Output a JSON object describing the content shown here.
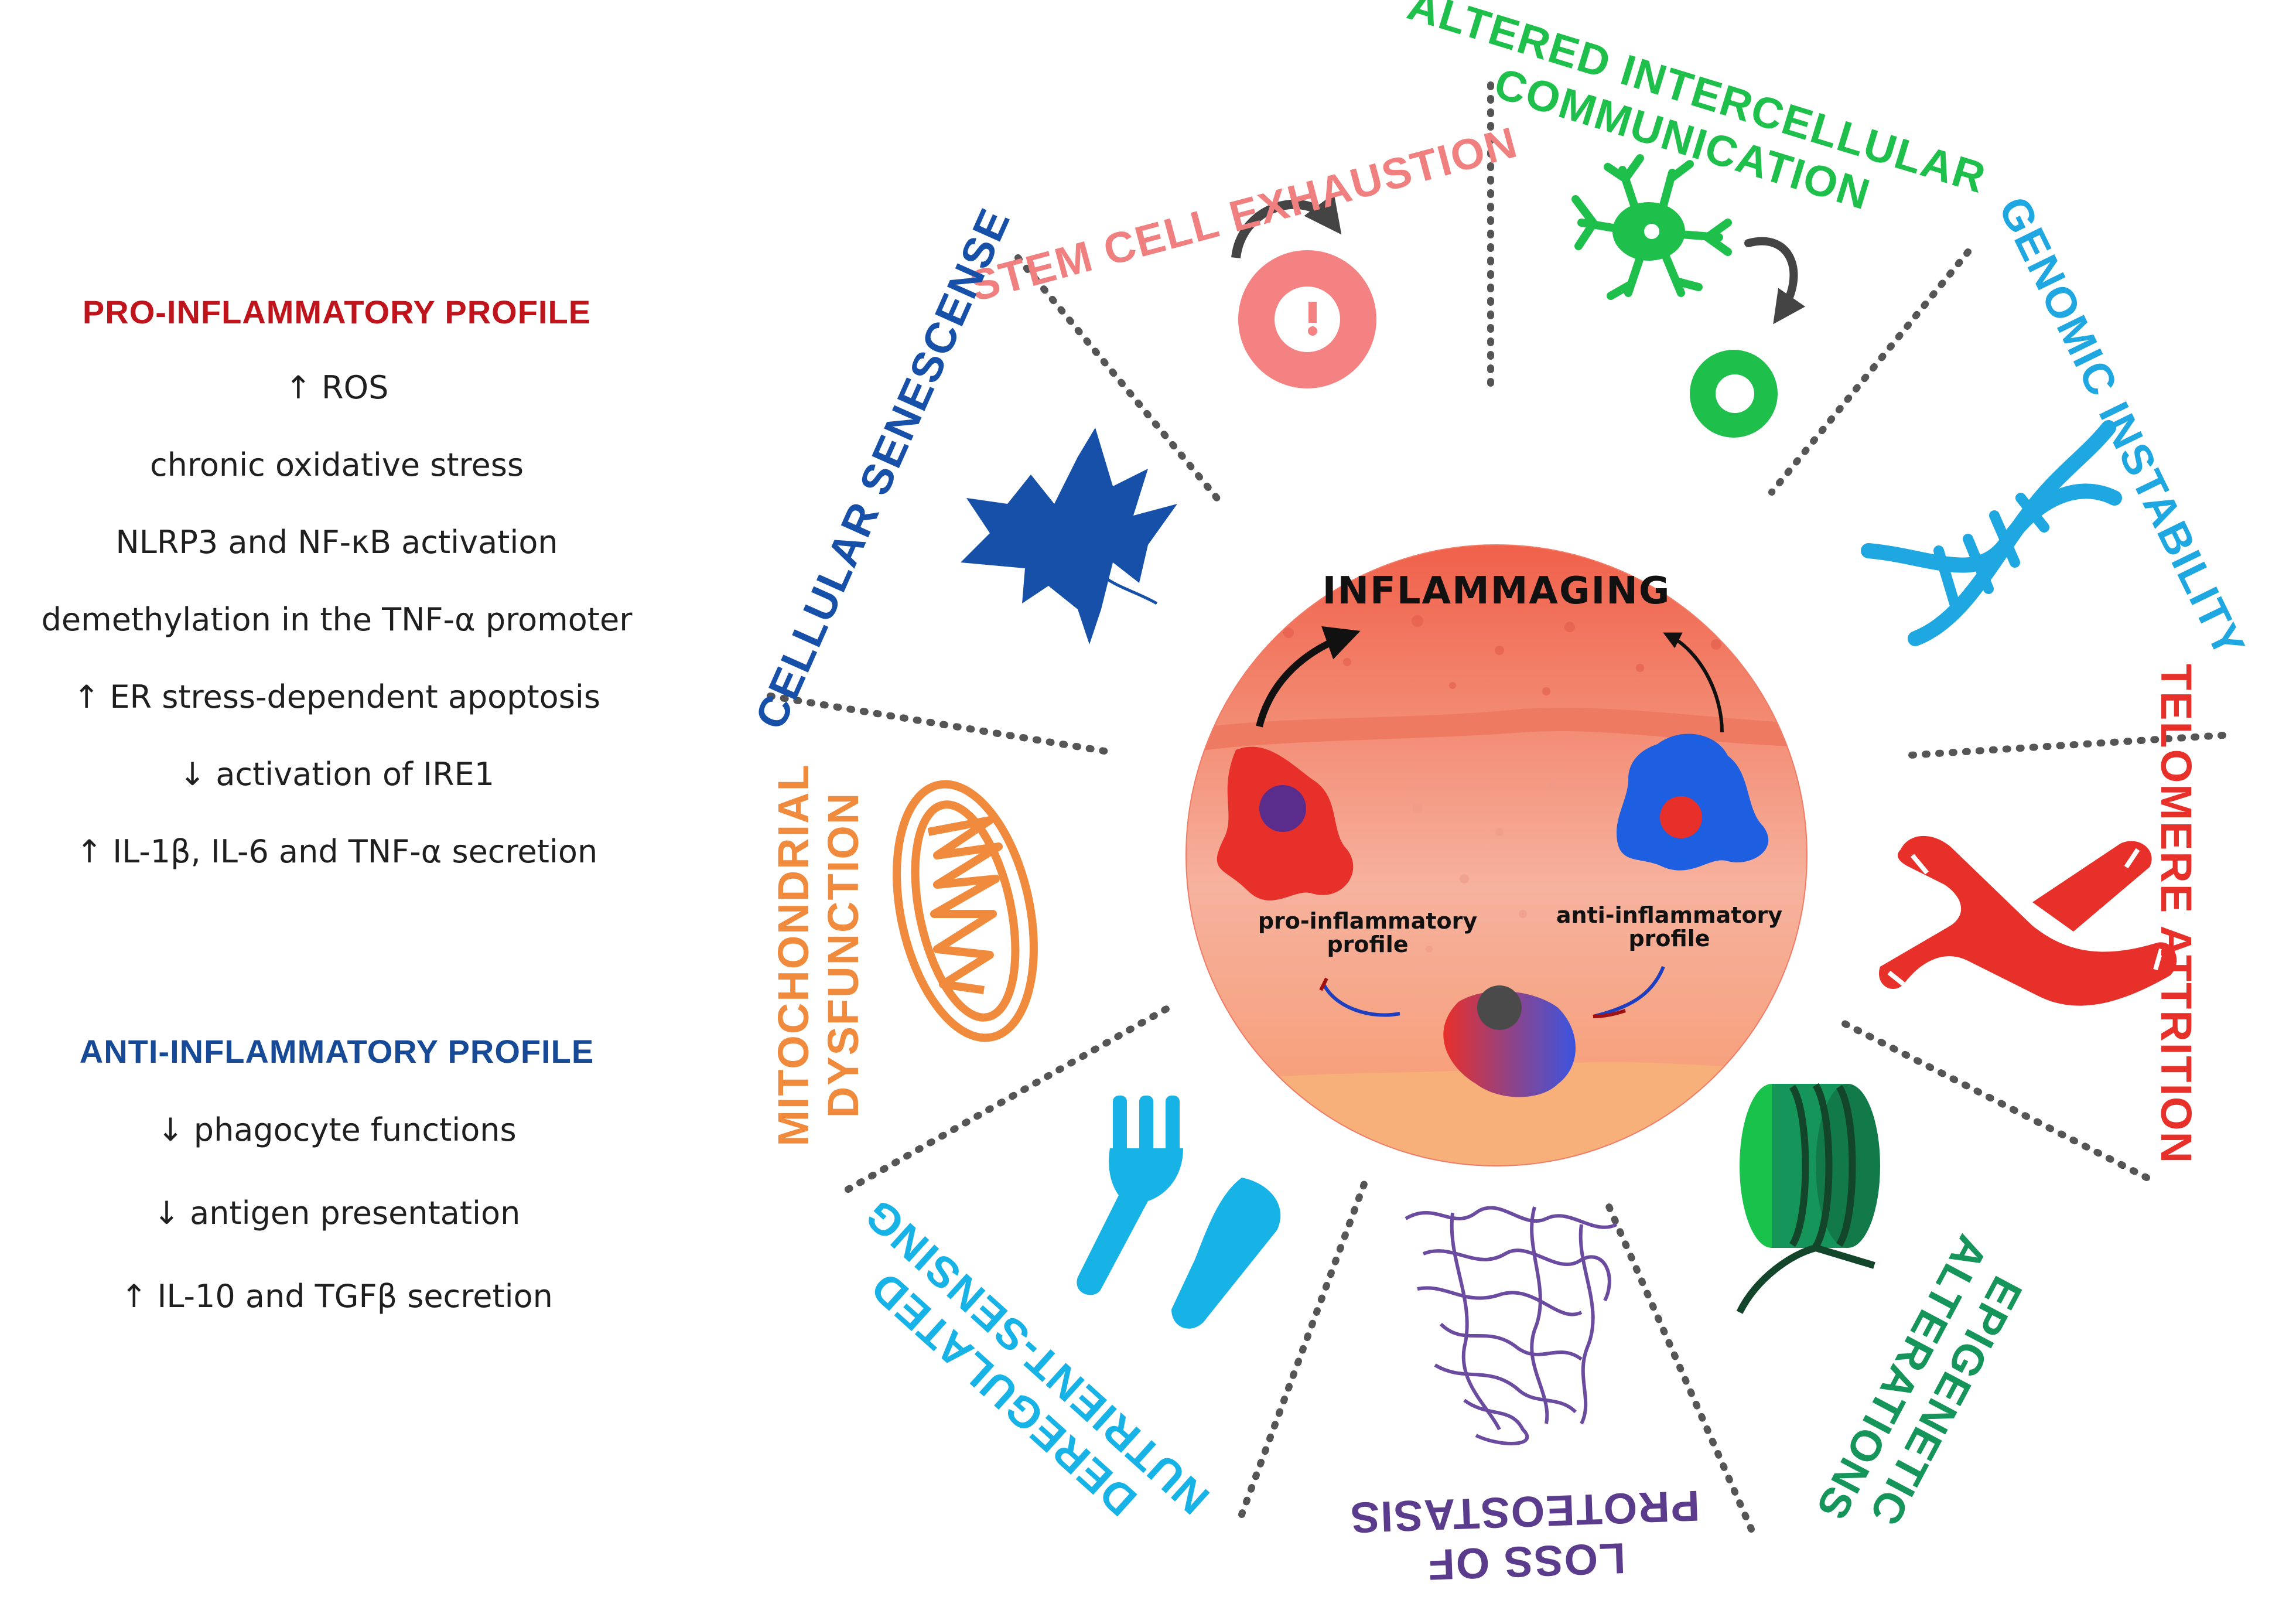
{
  "left_panel": {
    "pro": {
      "title": "PRO-INFLAMMATORY PROFILE",
      "color": "#c0141c",
      "items": [
        "↑ ROS",
        "chronic oxidative stress",
        "NLRP3 and NF-κB activation",
        "demethylation in the TNF-α promoter",
        "↑ ER stress-dependent apoptosis",
        "↓ activation of IRE1",
        "↑  IL-1β, IL-6 and TNF-α secretion"
      ]
    },
    "anti": {
      "title": "ANTI-INFLAMMATORY PROFILE",
      "color": "#174a96",
      "items": [
        "↓  phagocyte functions",
        "↓  antigen presentation",
        "↑  IL-10 and TGFβ secretion"
      ]
    }
  },
  "hallmarks": [
    {
      "lines": [
        "STEM CELL EXHAUSTION"
      ],
      "color": "#f08080",
      "icon": "stem-cell-icon"
    },
    {
      "lines": [
        "ALTERED INTERCELLULAR",
        "COMMUNICATION"
      ],
      "color": "#1fbf4c",
      "icon": "neuron-icon"
    },
    {
      "lines": [
        "GENOMIC INSTABILITY"
      ],
      "color": "#1ea7e1",
      "icon": "dna-icon"
    },
    {
      "lines": [
        "TELOMERE ATTRITION"
      ],
      "color": "#e8302a",
      "icon": "chromosome-icon"
    },
    {
      "lines": [
        "EPIGENETIC",
        "ALTERATIONS"
      ],
      "color": "#15955a",
      "icon": "nucleosome-icon"
    },
    {
      "lines": [
        "LOSS OF",
        "PROTEOSTASIS"
      ],
      "color": "#5b3b8c",
      "icon": "protein-icon"
    },
    {
      "lines": [
        "DEREGULATED",
        "NUTRIENT-SENSING"
      ],
      "color": "#17b3e6",
      "icon": "fork-knife-icon"
    },
    {
      "lines": [
        "MITOCHONDRIAL",
        "DYSFUNCTION"
      ],
      "color": "#f08a3c",
      "icon": "mitochondrion-icon"
    },
    {
      "lines": [
        "CELLULAR SENESCENSE"
      ],
      "color": "#1650a8",
      "icon": "maple-leaf-icon"
    }
  ],
  "center": {
    "title": "INFLAMMAGING",
    "pro_label": [
      "pro-inflammatory",
      "profile"
    ],
    "anti_label": [
      "anti-inflammatory",
      "profile"
    ],
    "colors": {
      "pro_cell": "#e8302a",
      "anti_cell": "#1d5fe0",
      "skin": "#f4a38d"
    }
  }
}
